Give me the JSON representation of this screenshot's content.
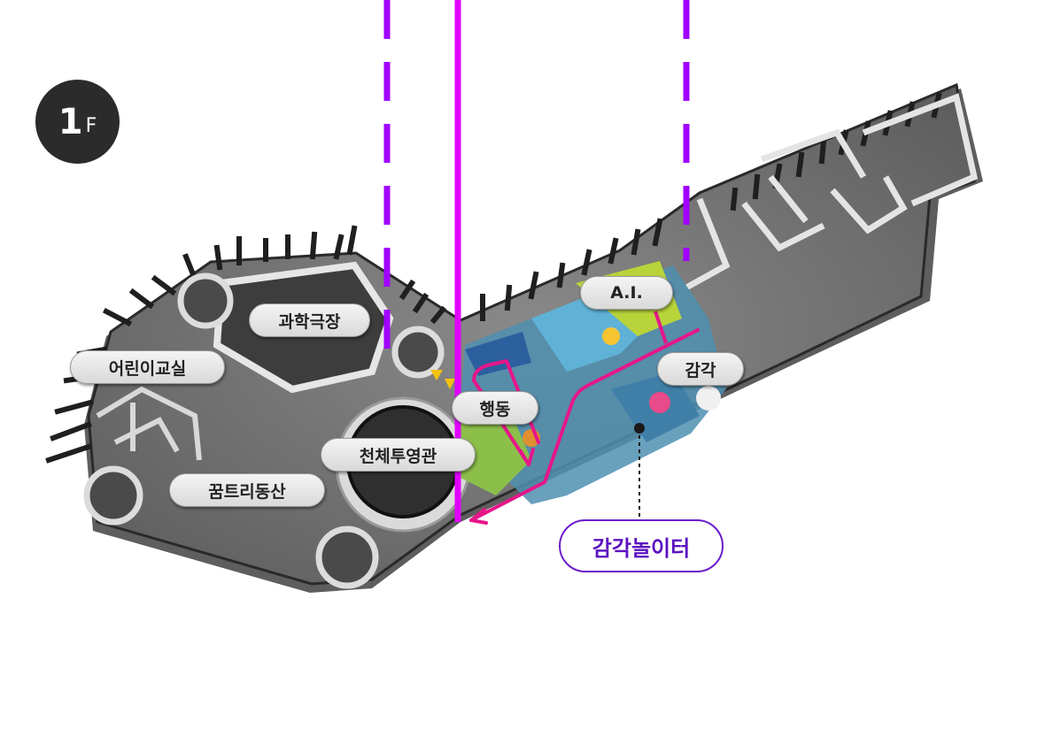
{
  "floor": {
    "number": "1",
    "unit": "F"
  },
  "zones": {
    "science_theater": "과학극장",
    "kids_classroom": "어린이교실",
    "dream_tree_cave": "꿈트리동산",
    "planetarium": "천체투영관",
    "behavior": "행동",
    "ai": "A.I.",
    "sense": "감각"
  },
  "highlight": {
    "label": "감각놀이터"
  },
  "colors": {
    "accent_purple": "#a100ff",
    "route_magenta": "#e6168a",
    "callout_border": "#6a1cc9",
    "badge": "#2b2b2b"
  }
}
